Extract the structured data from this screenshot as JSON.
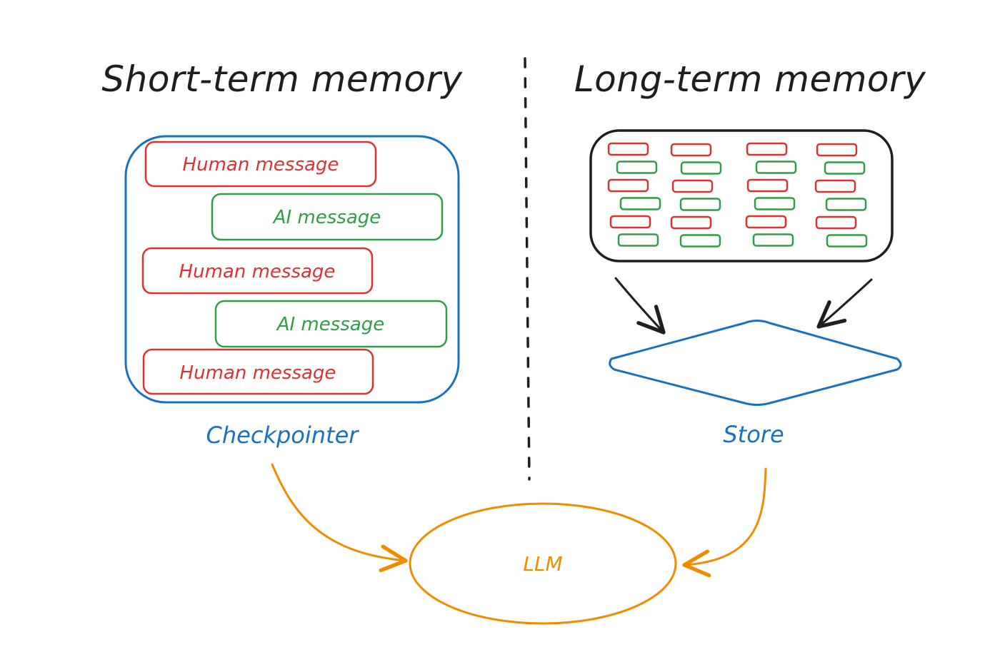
{
  "titles": {
    "short_term": "Short-term memory",
    "long_term": "Long-term memory"
  },
  "short_term": {
    "messages": [
      {
        "kind": "human",
        "label": "Human message"
      },
      {
        "kind": "ai",
        "label": "AI message"
      },
      {
        "kind": "human",
        "label": "Human message"
      },
      {
        "kind": "ai",
        "label": "AI message"
      },
      {
        "kind": "human",
        "label": "Human message"
      }
    ],
    "container_label": "Checkpointer"
  },
  "long_term": {
    "store_label": "Store",
    "grid_columns": 4,
    "grid_rows": 6
  },
  "llm": {
    "label": "LLM"
  },
  "colors": {
    "human": "#e03131",
    "ai": "#2f9e44",
    "checkpointer": "#1971c2",
    "store": "#1971c2",
    "llm": "#f08c00",
    "ink": "#1e1e1e"
  }
}
